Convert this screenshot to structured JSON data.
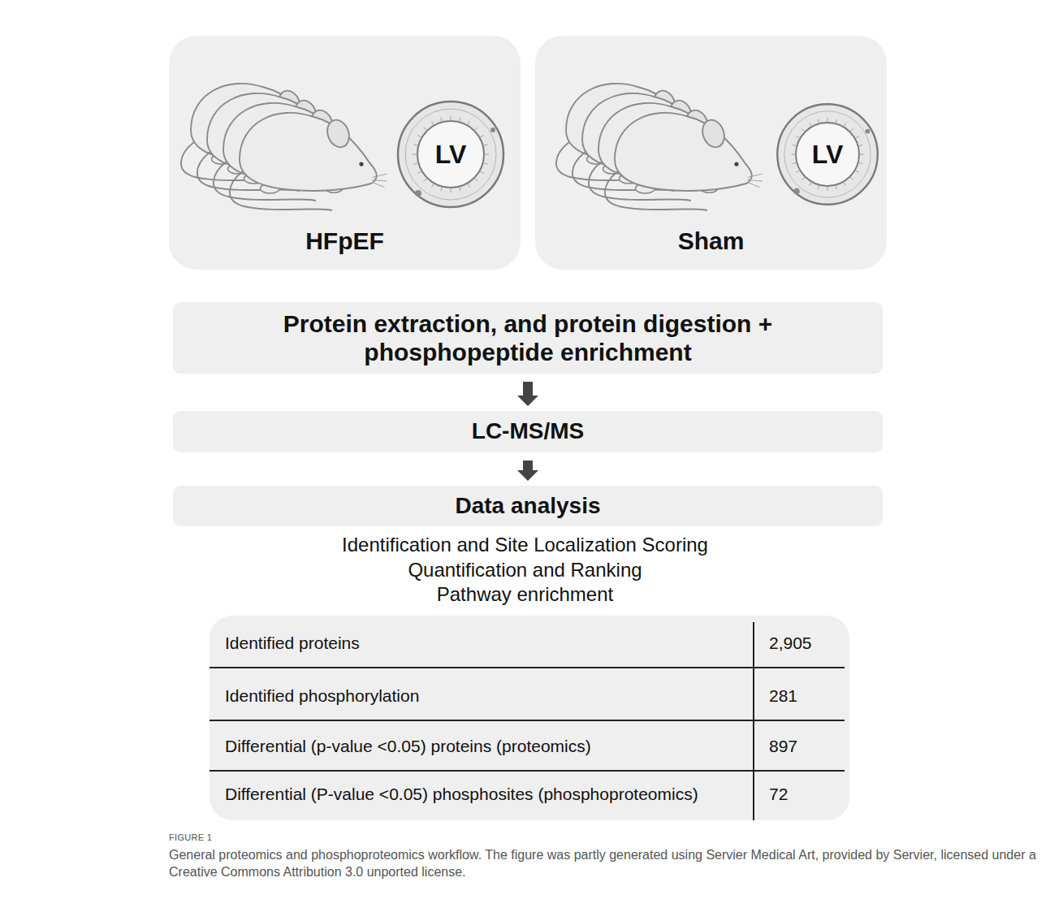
{
  "diagram": {
    "caption": "General proteomics and phosphoproteomics workflow. The figure was partly generated using Servier Medical Art, provided by Servier, licensed under a Creative Commons Attribution 3.0 unported license.",
    "nodes": [
      {
        "text": [
          "LV",
          "HFpEF"
        ]
      },
      {
        "text": [
          "LV",
          "Sham"
        ]
      },
      {
        "text": [
          "Protein extraction, and protein digestion + phosphopeptide enrichment"
        ]
      },
      {
        "text": [
          "LC-MS/MS"
        ]
      },
      {
        "text": [
          "Data analysis"
        ]
      },
      {
        "text": [
          "Identified proteins",
          "2,905",
          "Identified phosphorylation",
          "281",
          "Differential (p-value <0.05) proteins (proteomics)",
          "897",
          "Differential (P-value <0.05) phosphosites (phosphoproteomics)",
          "72"
        ]
      }
    ],
    "edges": [
      {
        "from": 2,
        "to": 3,
        "arrow": "to"
      },
      {
        "from": 3,
        "to": 4,
        "arrow": "to"
      }
    ],
    "labels": [
      "Identification and Site Localization Scoring",
      "Quantification and Ranking",
      "Pathway enrichment",
      "FIGURE 1"
    ]
  }
}
